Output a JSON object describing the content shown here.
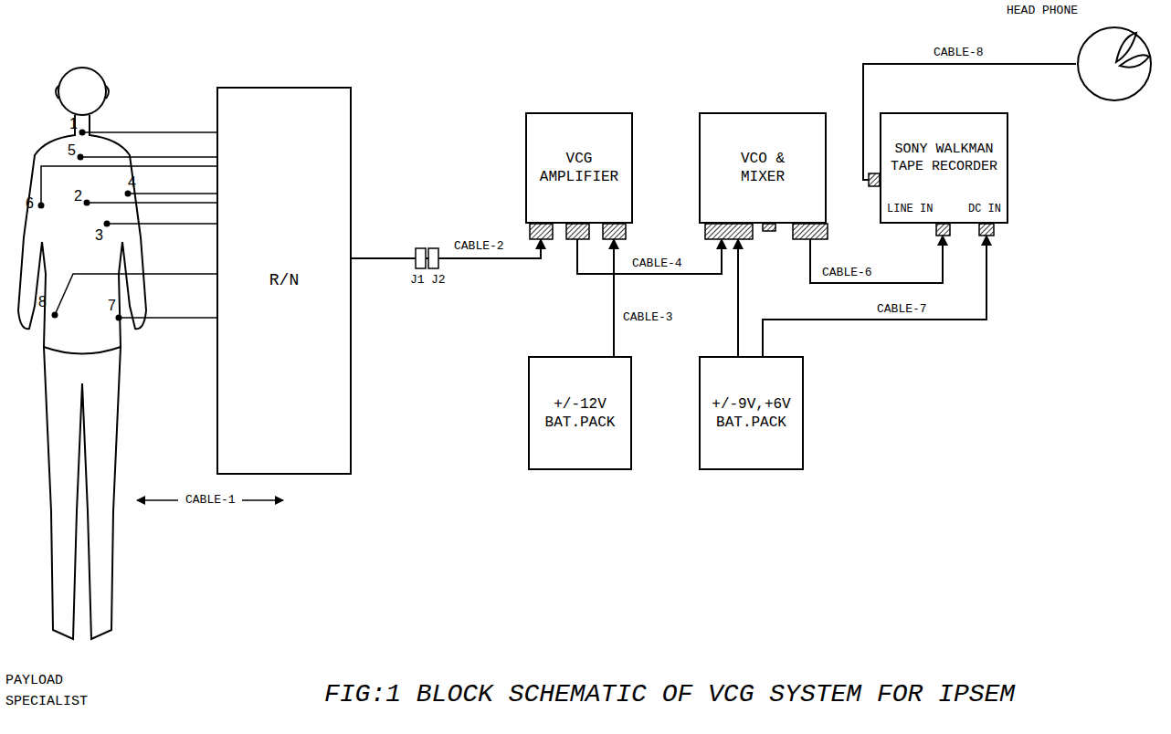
{
  "diagram": {
    "caption": "FIG:1 BLOCK SCHEMATIC OF VCG SYSTEM FOR IPSEM",
    "nodes": [
      {
        "text": [
          "R/N"
        ]
      },
      {
        "text": [
          "VCG AMPLIFIER"
        ]
      },
      {
        "text": [
          "VCO & MIXER"
        ]
      },
      {
        "text": [
          "HEAD PHONE"
        ]
      },
      {
        "text": [
          "SONY WALKMAN TAPE RECORDER",
          "LINE IN",
          "DC IN"
        ]
      },
      {
        "text": [
          "+/-12V BAT.PACK"
        ]
      },
      {
        "text": [
          "+/-9V,+6V BAT.PACK"
        ]
      }
    ],
    "edges": [
      {
        "from": 0,
        "to": 1,
        "label": "CABLE-2",
        "arrow": "to"
      },
      {
        "from": 5,
        "to": 1,
        "label": "CABLE-3",
        "arrow": "to"
      },
      {
        "from": 1,
        "to": 2,
        "label": "CABLE-4",
        "arrow": "to"
      },
      {
        "from": 2,
        "to": 4,
        "label": "CABLE-6",
        "arrow": "to"
      },
      {
        "from": 6,
        "to": 2,
        "arrow": "to"
      },
      {
        "from": 6,
        "to": 4,
        "label": "CABLE-7",
        "arrow": "to"
      },
      {
        "from": 3,
        "to": 4,
        "label": "CABLE-8",
        "arrow": "none"
      }
    ],
    "labels": [
      "1",
      "5",
      "6",
      "2",
      "3",
      "4",
      "8",
      "7",
      "CABLE-1",
      "J1",
      "J2",
      "PAYLOAD SPECIALIST"
    ]
  }
}
